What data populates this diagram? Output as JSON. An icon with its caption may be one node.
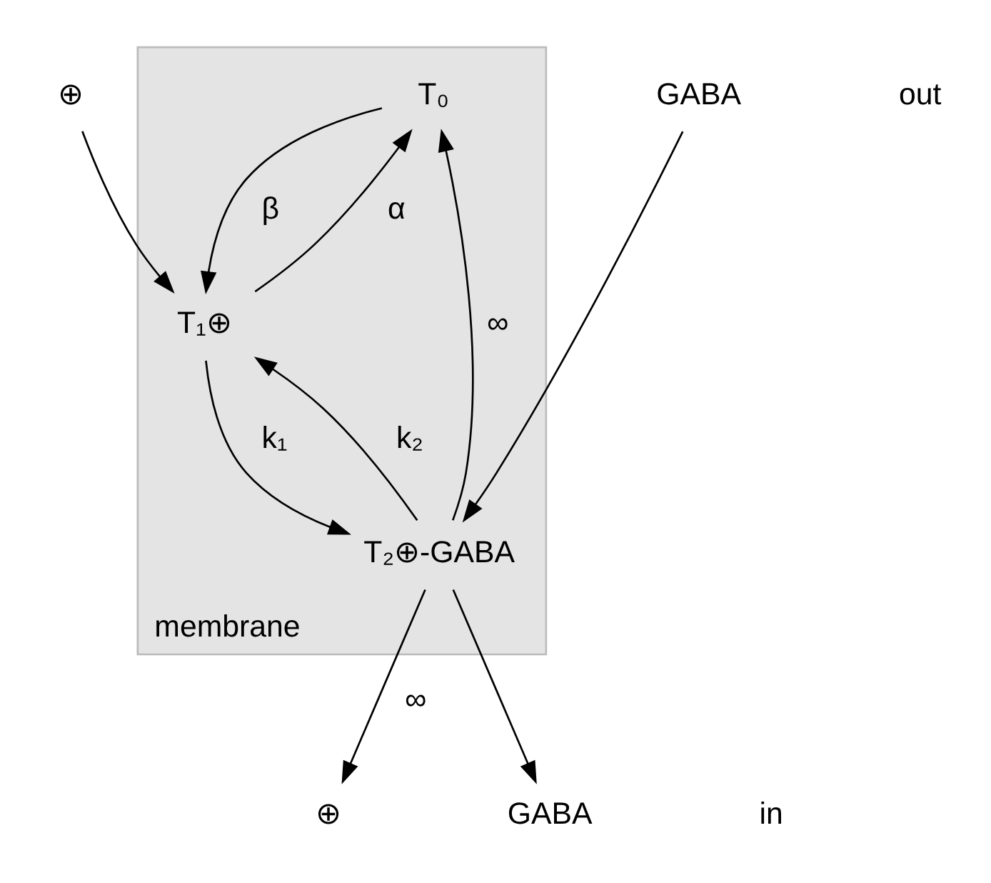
{
  "diagram": {
    "nodes": [
      {
        "text": [
          "⊕"
        ]
      },
      {
        "text": [
          "GABA"
        ]
      },
      {
        "text": [
          "membrane"
        ]
      },
      {
        "text": [
          "T₀"
        ],
        "in": 2
      },
      {
        "text": [
          "T₁⊕"
        ],
        "in": 2
      },
      {
        "text": [
          "T₂⊕-GABA"
        ],
        "in": 2
      },
      {
        "text": [
          "⊕"
        ]
      },
      {
        "text": [
          "GABA"
        ]
      }
    ],
    "edges": [
      {
        "from": 0,
        "to": 4,
        "arrow": "to"
      },
      {
        "from": 3,
        "to": 4,
        "arrow": "to",
        "label": "β"
      },
      {
        "from": 4,
        "to": 3,
        "arrow": "to",
        "label": "α"
      },
      {
        "from": 4,
        "to": 5,
        "arrow": "to",
        "label": "k₁"
      },
      {
        "from": 1,
        "to": 5,
        "arrow": "to"
      },
      {
        "from": 5,
        "to": 4,
        "arrow": "to",
        "label": "k₂"
      },
      {
        "from": 5,
        "to": 3,
        "arrow": "to",
        "label": "∞"
      },
      {
        "from": 5,
        "to": 6,
        "arrow": "to",
        "label": "∞"
      },
      {
        "from": 5,
        "to": 7,
        "arrow": "to"
      }
    ],
    "labels": [
      "out",
      "in"
    ]
  }
}
